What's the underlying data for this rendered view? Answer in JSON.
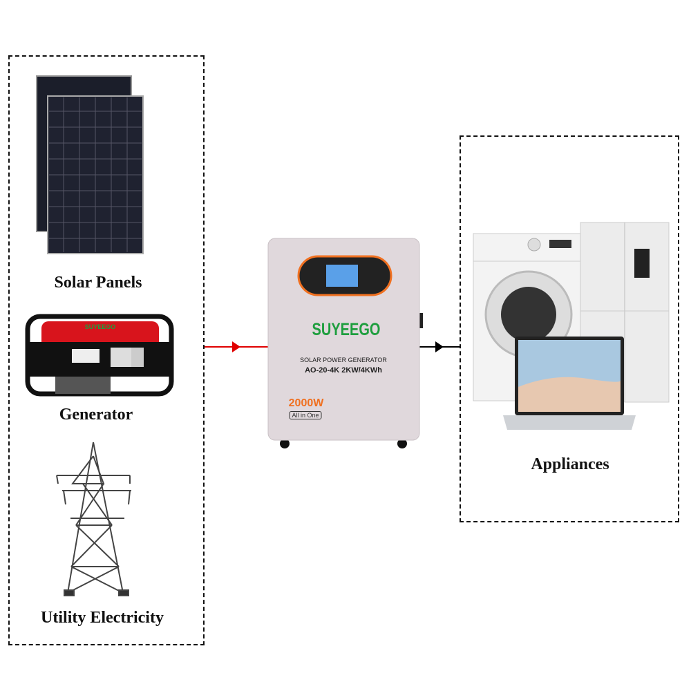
{
  "sources": {
    "solar_label": "Solar Panels",
    "generator_label": "Generator",
    "utility_label": "Utility Electricity",
    "generator_brand": "SUYEEGO"
  },
  "device": {
    "brand": "SUYEEGO",
    "subtitle": "SOLAR POWER GENERATOR",
    "model": "AO-20-4K 2KW/4KWh",
    "power": "2000W",
    "badge": "All in One",
    "brand_color": "#1e9e3e",
    "accent_color": "#f07020"
  },
  "loads": {
    "label": "Appliances"
  },
  "colors": {
    "input_arrow": "#e00000",
    "output_arrow": "#000000"
  }
}
